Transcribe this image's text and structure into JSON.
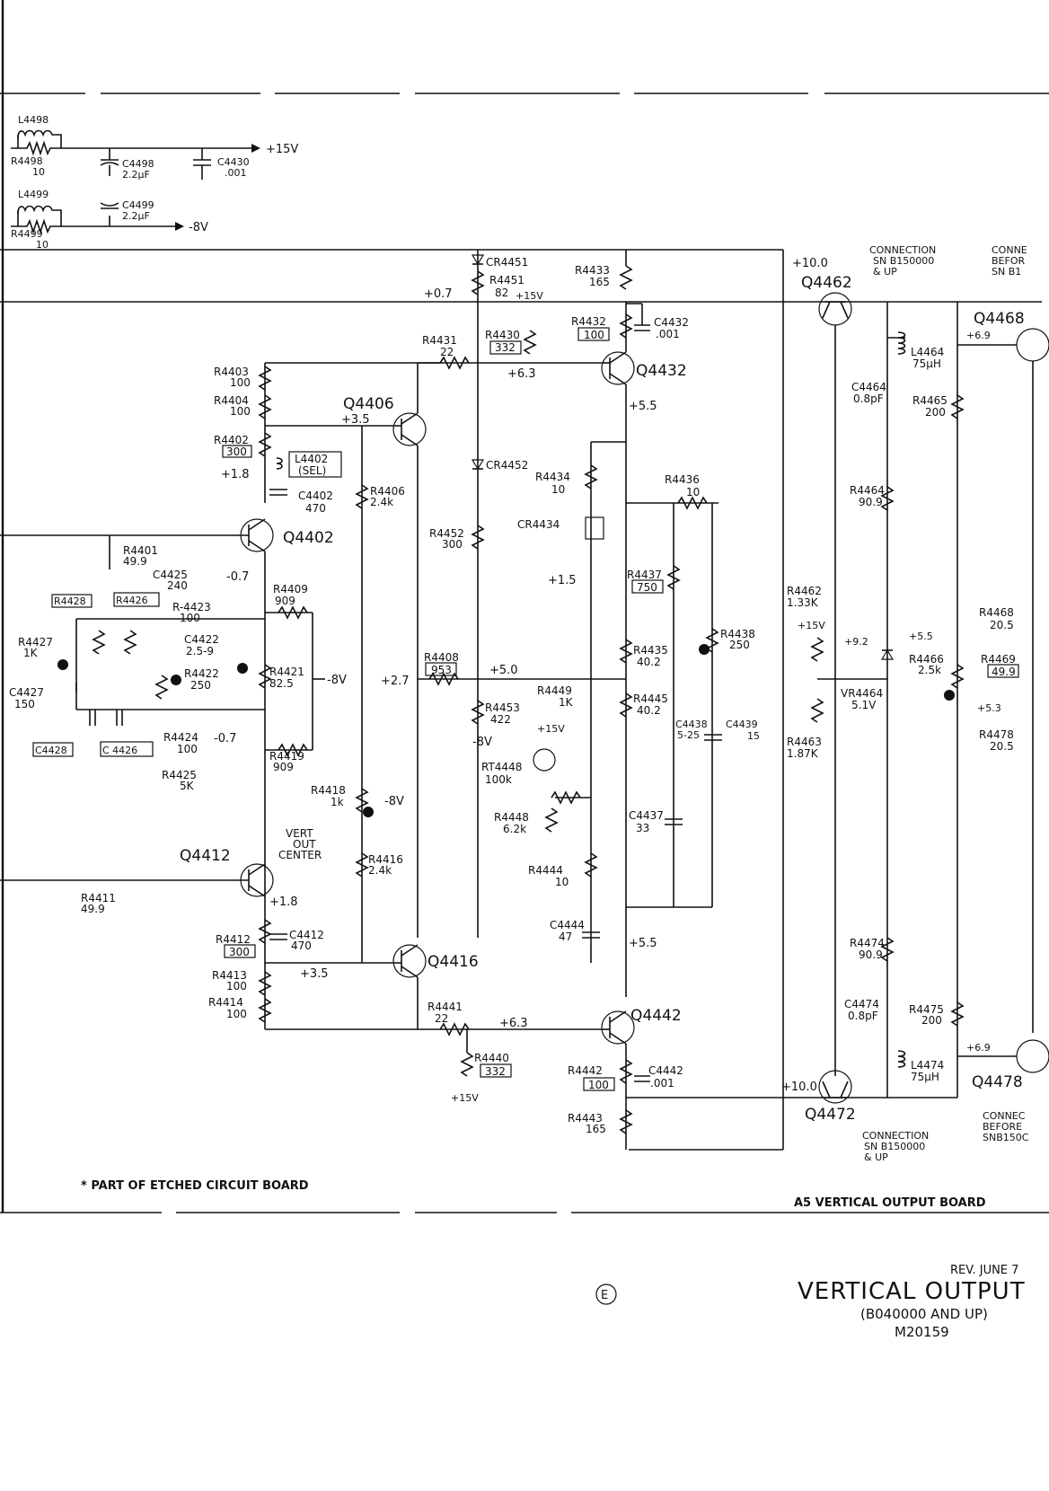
{
  "frame": {
    "footnote": "* PART OF ETCHED CIRCUIT BOARD",
    "board_label": "A5 VERTICAL OUTPUT BOARD",
    "rev": "REV. JUNE 7",
    "title": "VERTICAL OUTPUT",
    "subtitle": "(B040000 AND UP)",
    "drawing_no": "M20159",
    "revision_mark": "E"
  },
  "supply": {
    "L4498": "L4498",
    "R4498": "R4498",
    "R4498_v": "10",
    "C4498": "C4498",
    "C4498_v": "2.2µF",
    "C4430": "C4430",
    "C4430_v": ".001",
    "plus15": "+15V",
    "L4499": "L4499",
    "R4499": "R4499",
    "R4499_v": "10",
    "C4499": "C4499",
    "C4499_v": "2.2µF",
    "minus8": "-8V"
  },
  "components": {
    "CR4451": "CR4451",
    "R4451": "R4451",
    "R4451_v": "82",
    "R4451_s": "+15V",
    "R4433": "R4433",
    "R4433_v": "165",
    "R4432": "R4432",
    "R4432_v": "100",
    "C4432": "C4432",
    "C4432_v": ".001",
    "R4430": "R4430",
    "R4430_v": "332",
    "R4431": "R4431",
    "R4431_v": "22",
    "Q4432": "Q4432",
    "R4403": "R4403",
    "R4403_v": "100",
    "R4404": "R4404",
    "R4404_v": "100",
    "Q4406": "Q4406",
    "R4402": "R4402",
    "R4402_v": "300",
    "L4402": "L4402",
    "L4402_v": "(SEL)",
    "C4402": "C4402",
    "C4402_v": "470",
    "R4406": "R4406",
    "R4406_v": "2.4k",
    "CR4452": "CR4452",
    "R4434": "R4434",
    "R4434_v": "10",
    "R4436": "R4436",
    "R4436_v": "10",
    "CR4434": "CR4434",
    "R4452": "R4452",
    "R4452_v": "300",
    "Q4402": "Q4402",
    "R4401": "R4401",
    "R4401_v": "49.9",
    "C4425": "C4425",
    "C4425_v": "240",
    "R4409": "R4409",
    "R4409_v": "909",
    "R4428": "R4428",
    "R4426": "R4426",
    "R4423": "R-4423",
    "R4423_v": "100",
    "C4422": "C4422",
    "C4422_v": "2.5-9",
    "R4427": "R4427",
    "R4427_v": "1K",
    "R4422": "R4422",
    "R4422_v": "250",
    "R4421": "R4421",
    "R4421_v": "82.5",
    "R4421_s": "-8V",
    "C4427": "C4427",
    "C4427_v": "150",
    "C4428": "C4428",
    "C4426": "C 4426",
    "R4424": "R4424",
    "R4424_v": "100",
    "R4419": "R4419",
    "R4419_v": "909",
    "R4425": "R4425",
    "R4425_v": "5K",
    "R4408": "R4408",
    "R4408_v": "953",
    "R4453": "R4453",
    "R4453_v": "422",
    "R4453_s": "-8V",
    "R4437": "R4437",
    "R4437_v": "750",
    "R4438": "R4438",
    "R4438_v": "250",
    "R4435": "R4435",
    "R4435_v": "40.2",
    "R4445": "R4445",
    "R4445_v": "40.2",
    "C4438": "C4438",
    "C4438_v": "5-25",
    "C4439": "C4439",
    "C4439_v": "15",
    "R4449": "R4449",
    "R4449_v": "1K",
    "R4449_s": "+15V",
    "RT4448": "RT4448",
    "RT4448_v": "100k",
    "R4418": "R4418",
    "R4418_v": "1k",
    "R4418_s": "-8V",
    "vert_out": "VERT",
    "vert_out2": "OUT",
    "vert_out3": "CENTER",
    "R4448": "R4448",
    "R4448_v": "6.2k",
    "C4437": "C4437",
    "C4437_v": "33",
    "Q4412": "Q4412",
    "R4416": "R4416",
    "R4416_v": "2.4k",
    "R4444": "R4444",
    "R4444_v": "10",
    "R4411": "R4411",
    "R4411_v": "49.9",
    "C4444": "C4444",
    "C4444_v": "47",
    "R4412": "R4412",
    "R4412_v": "300",
    "C4412": "C4412",
    "C4412_v": "470",
    "Q4416": "Q4416",
    "R4413": "R4413",
    "R4413_v": "100",
    "R4414": "R4414",
    "R4414_v": "100",
    "R4441": "R4441",
    "R4441_v": "22",
    "Q4442": "Q4442",
    "R4440": "R4440",
    "R4440_v": "332",
    "R4440_s": "+15V",
    "R4442": "R4442",
    "R4442_v": "100",
    "C4442": "C4442",
    "C4442_v": ".001",
    "R4443": "R4443",
    "R4443_v": "165",
    "Q4462": "Q4462",
    "Q4472": "Q4472",
    "Q4468": "Q4468",
    "Q4478": "Q4478",
    "conn_top": "CONNECTION",
    "conn_top2": "SN B150000",
    "conn_top3": "& UP",
    "conn_before": "CONNE",
    "conn_before2": "BEFOR",
    "conn_before3": "SN B1",
    "conn_bot": "CONNECTION",
    "conn_bot2": "SN B150000",
    "conn_bot3": "& UP",
    "conn_bot_b": "CONNEC",
    "conn_bot_b2": "BEFORE",
    "conn_bot_b3": "SNB150C",
    "C4464": "C4464",
    "C4464_v": "0.8pF",
    "L4464": "L4464",
    "L4464_v": "75µH",
    "R4465": "R4465",
    "R4465_v": "200",
    "R4464": "R4464",
    "R4464_v": "90.9",
    "R4462": "R4462",
    "R4462_v": "1.33K",
    "R4462_s": "+15V",
    "R4468": "R4468",
    "R4468_v": "20.5",
    "R4466": "R4466",
    "R4466_v": "2.5k",
    "R4469": "R4469",
    "R4469_v": "49.9",
    "VR4464": "VR4464",
    "VR4464_v": "5.1V",
    "R4463": "R4463",
    "R4463_v": "1.87K",
    "R4478": "R4478",
    "R4478_v": "20.5",
    "R4474": "R4474",
    "R4474_v": "90.9",
    "C4474": "C4474",
    "C4474_v": "0.8pF",
    "R4475": "R4475",
    "R4475_v": "200",
    "L4474": "L4474",
    "L4474_v": "75µH"
  },
  "voltages": {
    "v_q4462": "+10.0",
    "v_q4472": "+10.0",
    "v_0_7": "+0.7",
    "v_6_3_top": "+6.3",
    "v_5_5_top": "+5.5",
    "v_3_5_top": "+3.5",
    "v_1_8_top": "+1.8",
    "v_neg07_top": "-0.7",
    "v_1_5": "+1.5",
    "v_2_7": "+2.7",
    "v_5_0": "+5.0",
    "v_neg07_bot": "-0.7",
    "v_1_8_bot": "+1.8",
    "v_3_5_bot": "+3.5",
    "v_6_3_bot": "+6.3",
    "v_5_5_bot": "+5.5",
    "v_6_9_top": "+6.9",
    "v_6_9_bot": "+6.9",
    "v_9_2": "+9.2",
    "v_5_5_r": "+5.5",
    "v_5_3": "+5.3"
  }
}
